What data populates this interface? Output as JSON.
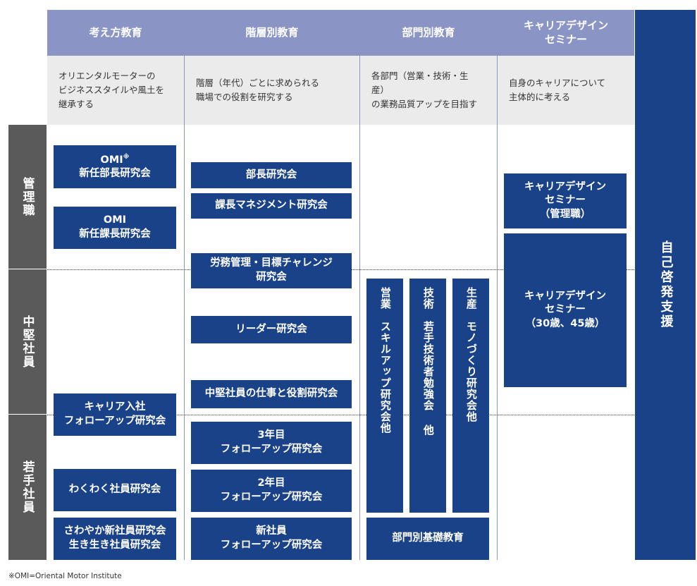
{
  "columns": [
    {
      "header": "考え方教育",
      "desc": "オリエンタルモーターの\nビジネススタイルや風土を\n継承する"
    },
    {
      "header": "階層別教育",
      "desc": "階層（年代）ごとに求められる\n職場での役割を研究する"
    },
    {
      "header": "部門別教育",
      "desc": "各部門（営業・技術・生産）\nの業務品質アップを目指す"
    },
    {
      "header": "キャリアデザイン\nセミナー",
      "desc": "自身のキャリアについて\n主体的に考える"
    }
  ],
  "self_support": "自己啓発支援",
  "levels": [
    "管理職",
    "中堅社員",
    "若手社員"
  ],
  "philosophy": {
    "omi_buchou_line1": "OMI",
    "omi_mark": "※",
    "omi_buchou_line2": "新任部長研究会",
    "omi_kachou": "OMI\n新任課長研究会",
    "career_nyusha": "キャリア入社\nフォローアップ研究会",
    "wakuwaku": "わくわく社員研究会",
    "sawayaka": "さわやか新社員研究会\n生き生き社員研究会"
  },
  "hierarchy": {
    "buchou": "部長研究会",
    "kachou": "課長マネジメント研究会",
    "roumu": "労務管理・目標チャレンジ\n研究会",
    "leader": "リーダー研究会",
    "chuken": "中堅社員の仕事と役割研究会",
    "year3": "3年目\nフォローアップ研究会",
    "year2": "2年目\nフォローアップ研究会",
    "new": "新社員\nフォローアップ研究会"
  },
  "department": {
    "sales": "営業　スキルアップ研究会他",
    "tech": "技術　若手技術者勉強会 他",
    "prod": "生産　モノづくり研究会他",
    "basic": "部門別基礎教育"
  },
  "career": {
    "manager": "キャリアデザイン\nセミナー\n（管理職）",
    "age": "キャリアデザイン\nセミナー\n（30歳、45歳）"
  },
  "footnote": "※OMI=Oriental Motor Institute"
}
